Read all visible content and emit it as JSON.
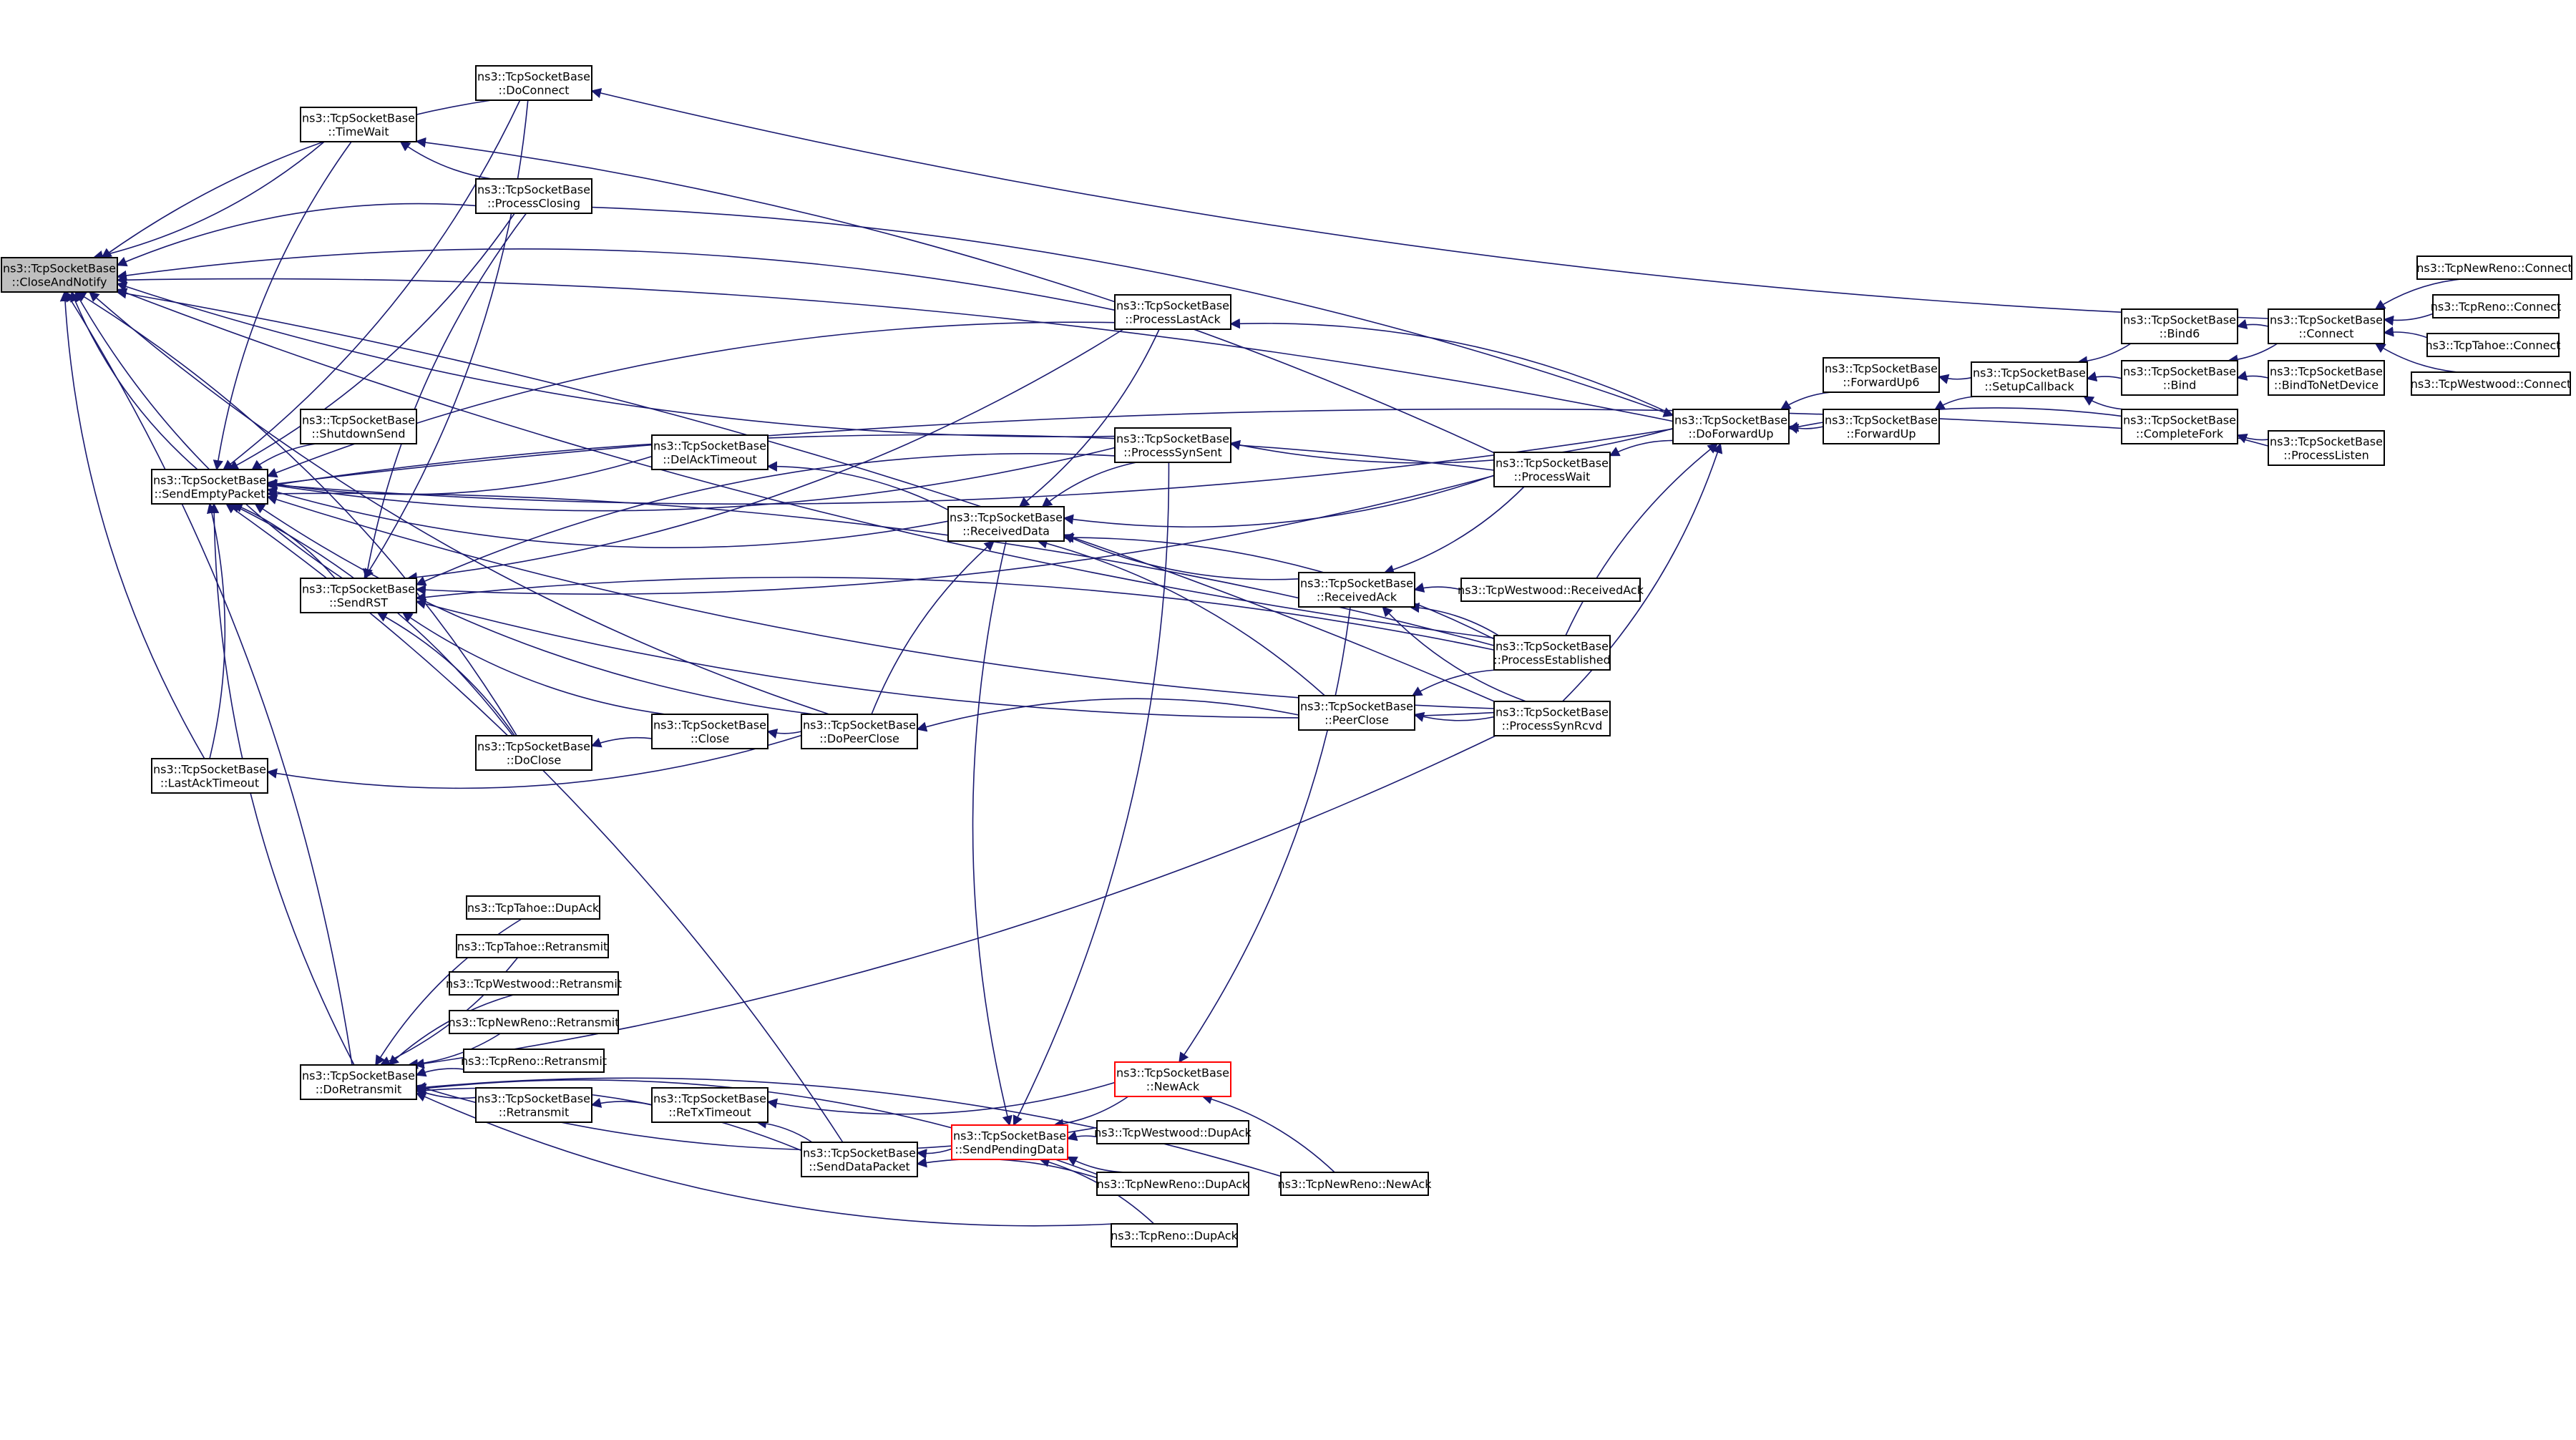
{
  "title": "",
  "colors": {
    "edge": "#191970",
    "node_border": "#000000",
    "highlight_border": "#ff0000",
    "root_fill": "#bfbfbf",
    "node_fill": "#ffffff"
  },
  "nodes": [
    {
      "id": "n_cran",
      "lines": [
        "ns3::TcpSocketBase",
        "::CloseAndNotify"
      ],
      "style": "root"
    },
    {
      "id": "n_doconn",
      "lines": [
        "ns3::TcpSocketBase",
        "::DoConnect"
      ]
    },
    {
      "id": "n_tw",
      "lines": [
        "ns3::TcpSocketBase",
        "::TimeWait"
      ]
    },
    {
      "id": "n_pclosing",
      "lines": [
        "ns3::TcpSocketBase",
        "::ProcessClosing"
      ]
    },
    {
      "id": "n_shut",
      "lines": [
        "ns3::TcpSocketBase",
        "::ShutdownSend"
      ]
    },
    {
      "id": "n_sep",
      "lines": [
        "ns3::TcpSocketBase",
        "::SendEmptyPacket"
      ]
    },
    {
      "id": "n_delack",
      "lines": [
        "ns3::TcpSocketBase",
        "::DelAckTimeout"
      ]
    },
    {
      "id": "n_srst",
      "lines": [
        "ns3::TcpSocketBase",
        "::SendRST"
      ]
    },
    {
      "id": "n_close",
      "lines": [
        "ns3::TcpSocketBase",
        "::Close"
      ]
    },
    {
      "id": "n_doclose",
      "lines": [
        "ns3::TcpSocketBase",
        "::DoClose"
      ]
    },
    {
      "id": "n_dopc",
      "lines": [
        "ns3::TcpSocketBase",
        "::DoPeerClose"
      ]
    },
    {
      "id": "n_lat",
      "lines": [
        "ns3::TcpSocketBase",
        "::LastAckTimeout"
      ]
    },
    {
      "id": "n_rdata",
      "lines": [
        "ns3::TcpSocketBase",
        "::ReceivedData"
      ]
    },
    {
      "id": "n_plast",
      "lines": [
        "ns3::TcpSocketBase",
        "::ProcessLastAck"
      ]
    },
    {
      "id": "n_psyn",
      "lines": [
        "ns3::TcpSocketBase",
        "::ProcessSynSent"
      ]
    },
    {
      "id": "n_rack",
      "lines": [
        "ns3::TcpSocketBase",
        "::ReceivedAck"
      ]
    },
    {
      "id": "n_pclose",
      "lines": [
        "ns3::TcpSocketBase",
        "::PeerClose"
      ]
    },
    {
      "id": "n_pwait",
      "lines": [
        "ns3::TcpSocketBase",
        "::ProcessWait"
      ]
    },
    {
      "id": "n_pest",
      "lines": [
        "ns3::TcpSocketBase",
        "::ProcessEstablished"
      ]
    },
    {
      "id": "n_psr",
      "lines": [
        "ns3::TcpSocketBase",
        "::ProcessSynRcvd"
      ]
    },
    {
      "id": "n_wra",
      "lines": [
        "ns3::TcpWestwood::ReceivedAck"
      ]
    },
    {
      "id": "n_dfu",
      "lines": [
        "ns3::TcpSocketBase",
        "::DoForwardUp"
      ]
    },
    {
      "id": "n_fu6",
      "lines": [
        "ns3::TcpSocketBase",
        "::ForwardUp6"
      ]
    },
    {
      "id": "n_fu",
      "lines": [
        "ns3::TcpSocketBase",
        "::ForwardUp"
      ]
    },
    {
      "id": "n_scb",
      "lines": [
        "ns3::TcpSocketBase",
        "::SetupCallback"
      ]
    },
    {
      "id": "n_bind6",
      "lines": [
        "ns3::TcpSocketBase",
        "::Bind6"
      ]
    },
    {
      "id": "n_bind",
      "lines": [
        "ns3::TcpSocketBase",
        "::Bind"
      ]
    },
    {
      "id": "n_cfork",
      "lines": [
        "ns3::TcpSocketBase",
        "::CompleteFork"
      ]
    },
    {
      "id": "n_conn",
      "lines": [
        "ns3::TcpSocketBase",
        "::Connect"
      ]
    },
    {
      "id": "n_btnd",
      "lines": [
        "ns3::TcpSocketBase",
        "::BindToNetDevice"
      ]
    },
    {
      "id": "n_plisten",
      "lines": [
        "ns3::TcpSocketBase",
        "::ProcessListen"
      ]
    },
    {
      "id": "n_nrconn",
      "lines": [
        "ns3::TcpNewReno::Connect"
      ]
    },
    {
      "id": "n_rconn",
      "lines": [
        "ns3::TcpReno::Connect"
      ]
    },
    {
      "id": "n_tconn",
      "lines": [
        "ns3::TcpTahoe::Connect"
      ]
    },
    {
      "id": "n_wconn",
      "lines": [
        "ns3::TcpWestwood::Connect"
      ]
    },
    {
      "id": "n_tdup",
      "lines": [
        "ns3::TcpTahoe::DupAck"
      ]
    },
    {
      "id": "n_tret",
      "lines": [
        "ns3::TcpTahoe::Retransmit"
      ]
    },
    {
      "id": "n_wret",
      "lines": [
        "ns3::TcpWestwood::Retransmit"
      ]
    },
    {
      "id": "n_nrret",
      "lines": [
        "ns3::TcpNewReno::Retransmit"
      ]
    },
    {
      "id": "n_rret",
      "lines": [
        "ns3::TcpReno::Retransmit"
      ]
    },
    {
      "id": "n_doret",
      "lines": [
        "ns3::TcpSocketBase",
        "::DoRetransmit"
      ]
    },
    {
      "id": "n_ret",
      "lines": [
        "ns3::TcpSocketBase",
        "::Retransmit"
      ]
    },
    {
      "id": "n_rto",
      "lines": [
        "ns3::TcpSocketBase",
        "::ReTxTimeout"
      ]
    },
    {
      "id": "n_sdp",
      "lines": [
        "ns3::TcpSocketBase",
        "::SendDataPacket"
      ]
    },
    {
      "id": "n_spd",
      "lines": [
        "ns3::TcpSocketBase",
        "::SendPendingData"
      ],
      "style": "red"
    },
    {
      "id": "n_nack",
      "lines": [
        "ns3::TcpSocketBase",
        "::NewAck"
      ],
      "style": "red"
    },
    {
      "id": "n_wdup",
      "lines": [
        "ns3::TcpWestwood::DupAck"
      ]
    },
    {
      "id": "n_nrdup",
      "lines": [
        "ns3::TcpNewReno::DupAck"
      ]
    },
    {
      "id": "n_rdup",
      "lines": [
        "ns3::TcpReno::DupAck"
      ]
    },
    {
      "id": "n_nrnack",
      "lines": [
        "ns3::TcpNewReno::NewAck"
      ]
    }
  ],
  "edges": [
    [
      "n_sep",
      "n_cran"
    ],
    [
      "n_doconn",
      "n_cran"
    ],
    [
      "n_tw",
      "n_cran"
    ],
    [
      "n_pclosing",
      "n_cran"
    ],
    [
      "n_srst",
      "n_cran"
    ],
    [
      "n_doclose",
      "n_cran"
    ],
    [
      "n_lat",
      "n_cran"
    ],
    [
      "n_plast",
      "n_cran"
    ],
    [
      "n_psyn",
      "n_cran"
    ],
    [
      "n_dfu",
      "n_cran"
    ],
    [
      "n_pest",
      "n_cran"
    ],
    [
      "n_psr",
      "n_cran"
    ],
    [
      "n_dopc",
      "n_cran"
    ],
    [
      "n_doret",
      "n_cran"
    ],
    [
      "n_pclosing",
      "n_tw"
    ],
    [
      "n_pwait",
      "n_tw"
    ],
    [
      "n_conn",
      "n_doconn"
    ],
    [
      "n_shut",
      "n_sep"
    ],
    [
      "n_delack",
      "n_sep"
    ],
    [
      "n_srst",
      "n_sep"
    ],
    [
      "n_doconn",
      "n_sep"
    ],
    [
      "n_tw",
      "n_sep"
    ],
    [
      "n_pclosing",
      "n_sep"
    ],
    [
      "n_plast",
      "n_sep"
    ],
    [
      "n_psyn",
      "n_sep"
    ],
    [
      "n_pwait",
      "n_sep"
    ],
    [
      "n_rdata",
      "n_sep"
    ],
    [
      "n_doclose",
      "n_sep"
    ],
    [
      "n_dopc",
      "n_sep"
    ],
    [
      "n_lat",
      "n_sep"
    ],
    [
      "n_doret",
      "n_sep"
    ],
    [
      "n_sdp",
      "n_sep"
    ],
    [
      "n_psr",
      "n_sep"
    ],
    [
      "n_pest",
      "n_sep"
    ],
    [
      "n_dfu",
      "n_sep"
    ],
    [
      "n_cfork",
      "n_sep"
    ],
    [
      "n_doconn",
      "n_srst"
    ],
    [
      "n_pclosing",
      "n_srst"
    ],
    [
      "n_plast",
      "n_srst"
    ],
    [
      "n_psyn",
      "n_srst"
    ],
    [
      "n_pwait",
      "n_srst"
    ],
    [
      "n_pest",
      "n_srst"
    ],
    [
      "n_close",
      "n_srst"
    ],
    [
      "n_doclose",
      "n_srst"
    ],
    [
      "n_psr",
      "n_srst"
    ],
    [
      "n_close",
      "n_doclose"
    ],
    [
      "n_dopc",
      "n_close"
    ],
    [
      "n_pclose",
      "n_dopc"
    ],
    [
      "n_dopc",
      "n_lat"
    ],
    [
      "n_rdata",
      "n_delack"
    ],
    [
      "n_plast",
      "n_rdata"
    ],
    [
      "n_psyn",
      "n_rdata"
    ],
    [
      "n_pwait",
      "n_rdata"
    ],
    [
      "n_pest",
      "n_rdata"
    ],
    [
      "n_rack",
      "n_rdata"
    ],
    [
      "n_pclose",
      "n_rdata"
    ],
    [
      "n_dopc",
      "n_rdata"
    ],
    [
      "n_dfu",
      "n_plast"
    ],
    [
      "n_dfu",
      "n_psyn"
    ],
    [
      "n_dfu",
      "n_pwait"
    ],
    [
      "n_pest",
      "n_dfu"
    ],
    [
      "n_psr",
      "n_dfu"
    ],
    [
      "n_pclosing",
      "n_dfu"
    ],
    [
      "n_wra",
      "n_rack"
    ],
    [
      "n_pwait",
      "n_rack"
    ],
    [
      "n_pest",
      "n_rack"
    ],
    [
      "n_psr",
      "n_rack"
    ],
    [
      "n_pest",
      "n_pclose"
    ],
    [
      "n_psr",
      "n_pclose"
    ],
    [
      "n_fu6",
      "n_dfu"
    ],
    [
      "n_fu",
      "n_dfu"
    ],
    [
      "n_plisten",
      "n_dfu"
    ],
    [
      "n_scb",
      "n_fu6"
    ],
    [
      "n_scb",
      "n_fu"
    ],
    [
      "n_bind6",
      "n_scb"
    ],
    [
      "n_bind",
      "n_scb"
    ],
    [
      "n_cfork",
      "n_scb"
    ],
    [
      "n_conn",
      "n_bind6"
    ],
    [
      "n_conn",
      "n_bind"
    ],
    [
      "n_btnd",
      "n_bind"
    ],
    [
      "n_plisten",
      "n_cfork"
    ],
    [
      "n_nrconn",
      "n_conn"
    ],
    [
      "n_rconn",
      "n_conn"
    ],
    [
      "n_tconn",
      "n_conn"
    ],
    [
      "n_wconn",
      "n_conn"
    ],
    [
      "n_tdup",
      "n_doret"
    ],
    [
      "n_tret",
      "n_doret"
    ],
    [
      "n_wret",
      "n_doret"
    ],
    [
      "n_nrret",
      "n_doret"
    ],
    [
      "n_rret",
      "n_doret"
    ],
    [
      "n_ret",
      "n_doret"
    ],
    [
      "n_sdp",
      "n_doret"
    ],
    [
      "n_wdup",
      "n_doret"
    ],
    [
      "n_nrdup",
      "n_doret"
    ],
    [
      "n_rdup",
      "n_doret"
    ],
    [
      "n_nrnack",
      "n_doret"
    ],
    [
      "n_psr",
      "n_doret"
    ],
    [
      "n_rto",
      "n_ret"
    ],
    [
      "n_nack",
      "n_rto"
    ],
    [
      "n_sdp",
      "n_rto"
    ],
    [
      "n_spd",
      "n_sdp"
    ],
    [
      "n_nrdup",
      "n_sdp"
    ],
    [
      "n_nack",
      "n_spd"
    ],
    [
      "n_wdup",
      "n_spd"
    ],
    [
      "n_nrdup",
      "n_spd"
    ],
    [
      "n_rdup",
      "n_spd"
    ],
    [
      "n_psyn",
      "n_spd"
    ],
    [
      "n_rdata",
      "n_spd"
    ],
    [
      "n_rack",
      "n_nack"
    ],
    [
      "n_nrnack",
      "n_nack"
    ]
  ]
}
